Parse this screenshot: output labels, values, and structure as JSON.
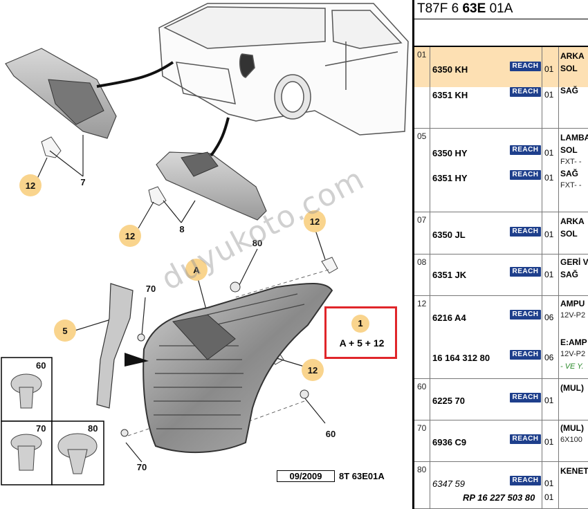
{
  "reference": {
    "prefix": "T87F 6 ",
    "bold": "63E",
    "suffix": " 01A"
  },
  "callouts": [
    "12",
    "7",
    "12",
    "8",
    "80",
    "12",
    "A",
    "70",
    "5",
    "12",
    "70",
    "60"
  ],
  "set_box": {
    "qty": "1",
    "formula": "A + 5 + 12"
  },
  "inset": {
    "labels": [
      "60",
      "70",
      "80"
    ]
  },
  "footer": {
    "date": "09/2009",
    "code": "8T 63E01A"
  },
  "watermark": "duyukoto.com",
  "reach_label": "REACH",
  "groups": [
    {
      "num": "01",
      "highlight": true,
      "rows": [
        {
          "part": "6350 KH",
          "qty": "01",
          "desc": "ARKA",
          "desc2": "SOL"
        },
        {
          "part": "6351 KH",
          "qty": "01",
          "desc": "SAĞ"
        }
      ]
    },
    {
      "num": "05",
      "rows": [
        {
          "part": "6350 HY",
          "qty": "01",
          "desc": "LAMBA",
          "desc2": "SOL",
          "note": "FXT- -"
        },
        {
          "part": "6351 HY",
          "qty": "01",
          "desc": "SAĞ",
          "note": "FXT- -"
        }
      ]
    },
    {
      "num": "07",
      "rows": [
        {
          "part": "6350 JL",
          "qty": "01",
          "desc": "ARKA",
          "desc2": "SOL"
        }
      ]
    },
    {
      "num": "08",
      "rows": [
        {
          "part": "6351 JK",
          "qty": "01",
          "desc": "GERİ V",
          "desc2": "SAĞ"
        }
      ]
    },
    {
      "num": "12",
      "rows": [
        {
          "part": "6216 A4",
          "qty": "06",
          "desc": "AMPU",
          "note": "12V-P2"
        },
        {
          "part": "16 164 312 80",
          "qty": "06",
          "desc": "E:AMP",
          "note": "12V-P2",
          "note2": "- VE Y."
        }
      ]
    },
    {
      "num": "60",
      "rows": [
        {
          "part": "6225 70",
          "qty": "01",
          "desc": "(MUL)"
        }
      ]
    },
    {
      "num": "70",
      "rows": [
        {
          "part": "6936 C9",
          "qty": "01",
          "desc": "(MUL)",
          "note": "6X100"
        }
      ]
    },
    {
      "num": "80",
      "rows": [
        {
          "part": "6347 59",
          "qty": "01",
          "desc": "KENET"
        },
        {
          "part": "RP 16 227 503 80",
          "qty": "01"
        }
      ]
    }
  ]
}
